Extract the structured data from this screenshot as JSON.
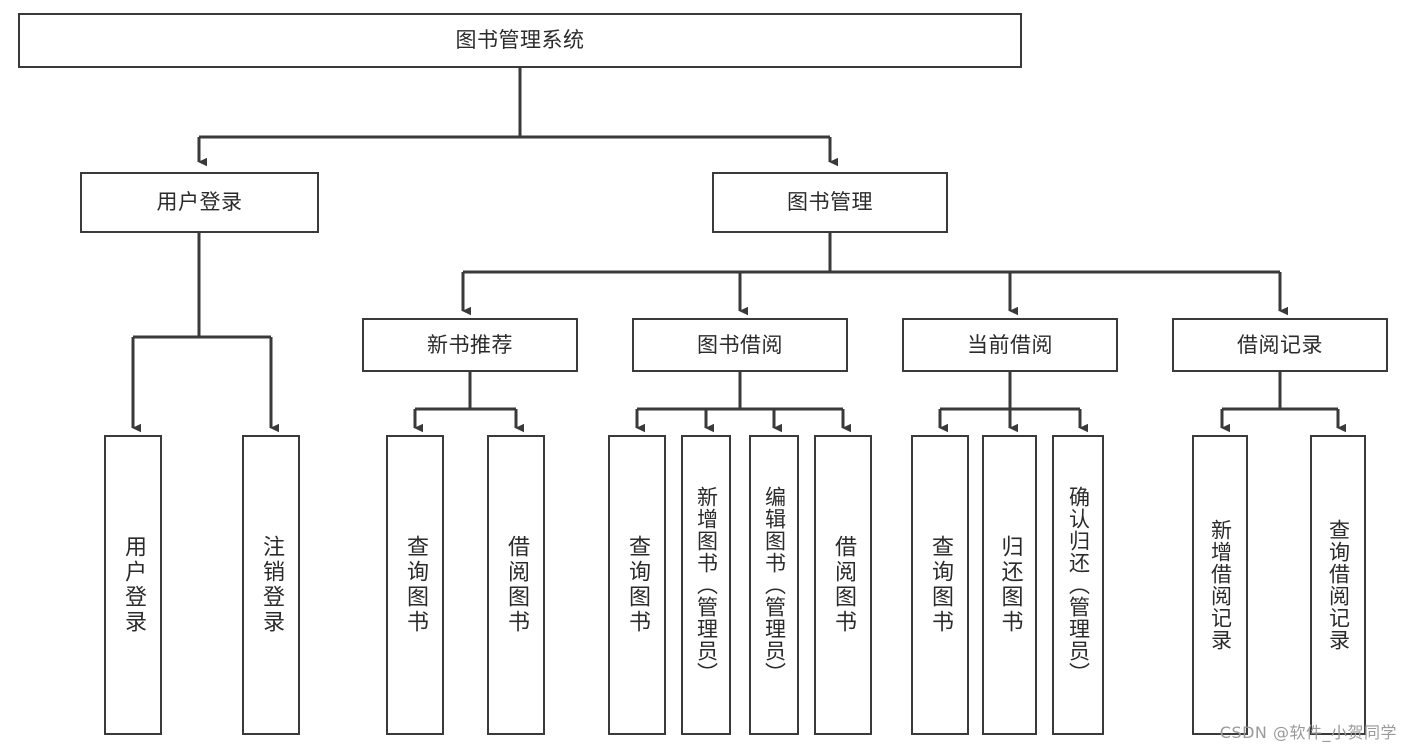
{
  "diagram": {
    "title": "图书管理系统",
    "type": "tree-hierarchy-diagram",
    "watermark": "CSDN @软件_小贺同学",
    "colors": {
      "box_border": "#3a3a3a",
      "connector": "#3a3a3a",
      "text": "#2b2b2b",
      "background": "#ffffff",
      "watermark": "#9a9a9a"
    },
    "levels": {
      "root": {
        "label": "图书管理系统"
      },
      "level2": [
        {
          "label": "用户登录"
        },
        {
          "label": "图书管理"
        }
      ],
      "level3": [
        {
          "label": "新书推荐"
        },
        {
          "label": "图书借阅"
        },
        {
          "label": "当前借阅"
        },
        {
          "label": "借阅记录"
        }
      ],
      "leaves": {
        "user_login": [
          {
            "label": "用户登录"
          },
          {
            "label": "注销登录"
          }
        ],
        "new_book_recommend": [
          {
            "label": "查询图书"
          },
          {
            "label": "借阅图书"
          }
        ],
        "book_borrow": [
          {
            "label": "查询图书"
          },
          {
            "label": "新增图书（管理员）"
          },
          {
            "label": "编辑图书（管理员）"
          },
          {
            "label": "借阅图书"
          }
        ],
        "current_borrow": [
          {
            "label": "查询图书"
          },
          {
            "label": "归还图书"
          },
          {
            "label": "确认归还（管理员）"
          }
        ],
        "borrow_record": [
          {
            "label": "新增借阅记录"
          },
          {
            "label": "查询借阅记录"
          }
        ]
      }
    }
  }
}
